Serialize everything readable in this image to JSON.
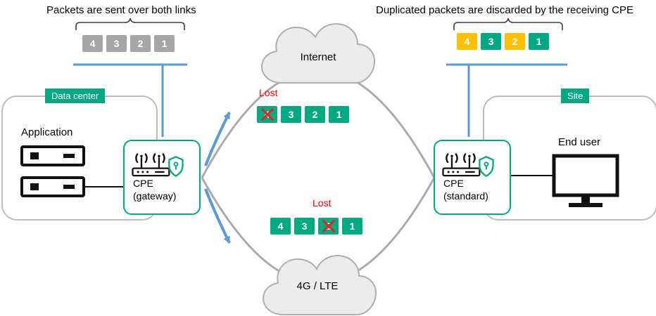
{
  "captions": {
    "left": "Packets are sent over both links",
    "right": "Duplicated packets are discarded by the receiving CPE"
  },
  "sent_packets": [
    {
      "label": "4",
      "color": "gray"
    },
    {
      "label": "3",
      "color": "gray"
    },
    {
      "label": "2",
      "color": "gray"
    },
    {
      "label": "1",
      "color": "gray"
    }
  ],
  "received_packets": [
    {
      "label": "4",
      "color": "gold"
    },
    {
      "label": "3",
      "color": "teal"
    },
    {
      "label": "2",
      "color": "gold"
    },
    {
      "label": "1",
      "color": "teal"
    }
  ],
  "datacenter": {
    "badge": "Data center",
    "application_label": "Application"
  },
  "site": {
    "badge": "Site",
    "end_user_label": "End user"
  },
  "cpe_gateway": {
    "name": "CPE",
    "role": "(gateway)"
  },
  "cpe_standard": {
    "name": "CPE",
    "role": "(standard)"
  },
  "clouds": {
    "top": "Internet",
    "bottom": "4G / LTE"
  },
  "top_link": {
    "lost_label": "Lost",
    "packets": [
      {
        "label": "4",
        "color": "teal",
        "lost": true
      },
      {
        "label": "3",
        "color": "teal"
      },
      {
        "label": "2",
        "color": "teal"
      },
      {
        "label": "1",
        "color": "teal"
      }
    ]
  },
  "bottom_link": {
    "lost_label": "Lost",
    "packets": [
      {
        "label": "4",
        "color": "teal"
      },
      {
        "label": "3",
        "color": "teal"
      },
      {
        "label": "2",
        "color": "teal",
        "lost": true
      },
      {
        "label": "1",
        "color": "teal"
      }
    ]
  },
  "colors": {
    "teal": "#01A982",
    "gold": "#FFC000",
    "gray": "#A6A6A6",
    "blue": "#5B9BD5",
    "red": "#E52620",
    "arc_gray": "#ABABAB"
  }
}
